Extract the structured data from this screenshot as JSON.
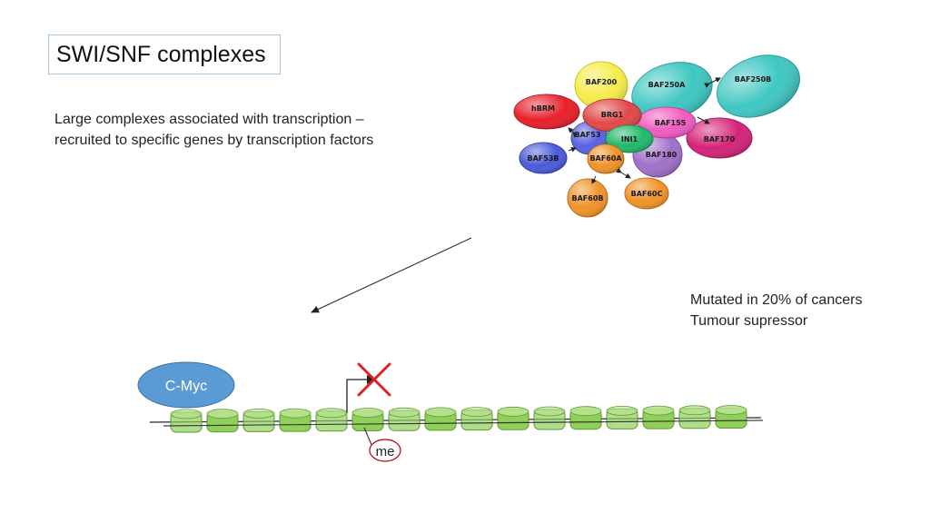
{
  "title": "SWI/SNF complexes",
  "description": {
    "line1": "Large complexes associated with transcription –",
    "line2": "recruited to specific genes by transcription factors"
  },
  "note": {
    "line1": "Mutated in 20% of cancers",
    "line2": "Tumour supressor"
  },
  "subunits": {
    "baf200": "BAF200",
    "baf250a": "BAF250A",
    "baf250b": "BAF250B",
    "hbrm": "hBRM",
    "brg1": "BRG1",
    "baf155": "BAF155",
    "baf170": "BAF170",
    "baf53": "BAF53",
    "ini1": "INI1",
    "baf180": "BAF180",
    "baf53b": "BAF53B",
    "baf60a": "BAF60A",
    "baf60b": "BAF60B",
    "baf60c": "BAF60C"
  },
  "cmyc_label": "C-Myc",
  "methyl_label": "me",
  "colors": {
    "baf200": "#f6ec4a",
    "baf250": "#3fc7c2",
    "hbrm": "#e8202a",
    "brg1": "#e24848",
    "baf155": "#f05cc0",
    "baf170": "#d4247a",
    "baf53": "#5a62e0",
    "ini1": "#22b86a",
    "baf180": "#a070c8",
    "baf53b": "#4b5bd8",
    "baf60": "#f0932a",
    "cmyc": "#5b9bd5",
    "nucleosome": "#8fcf5a",
    "block_x": "#e02020",
    "methyl_ring": "#c00000"
  }
}
